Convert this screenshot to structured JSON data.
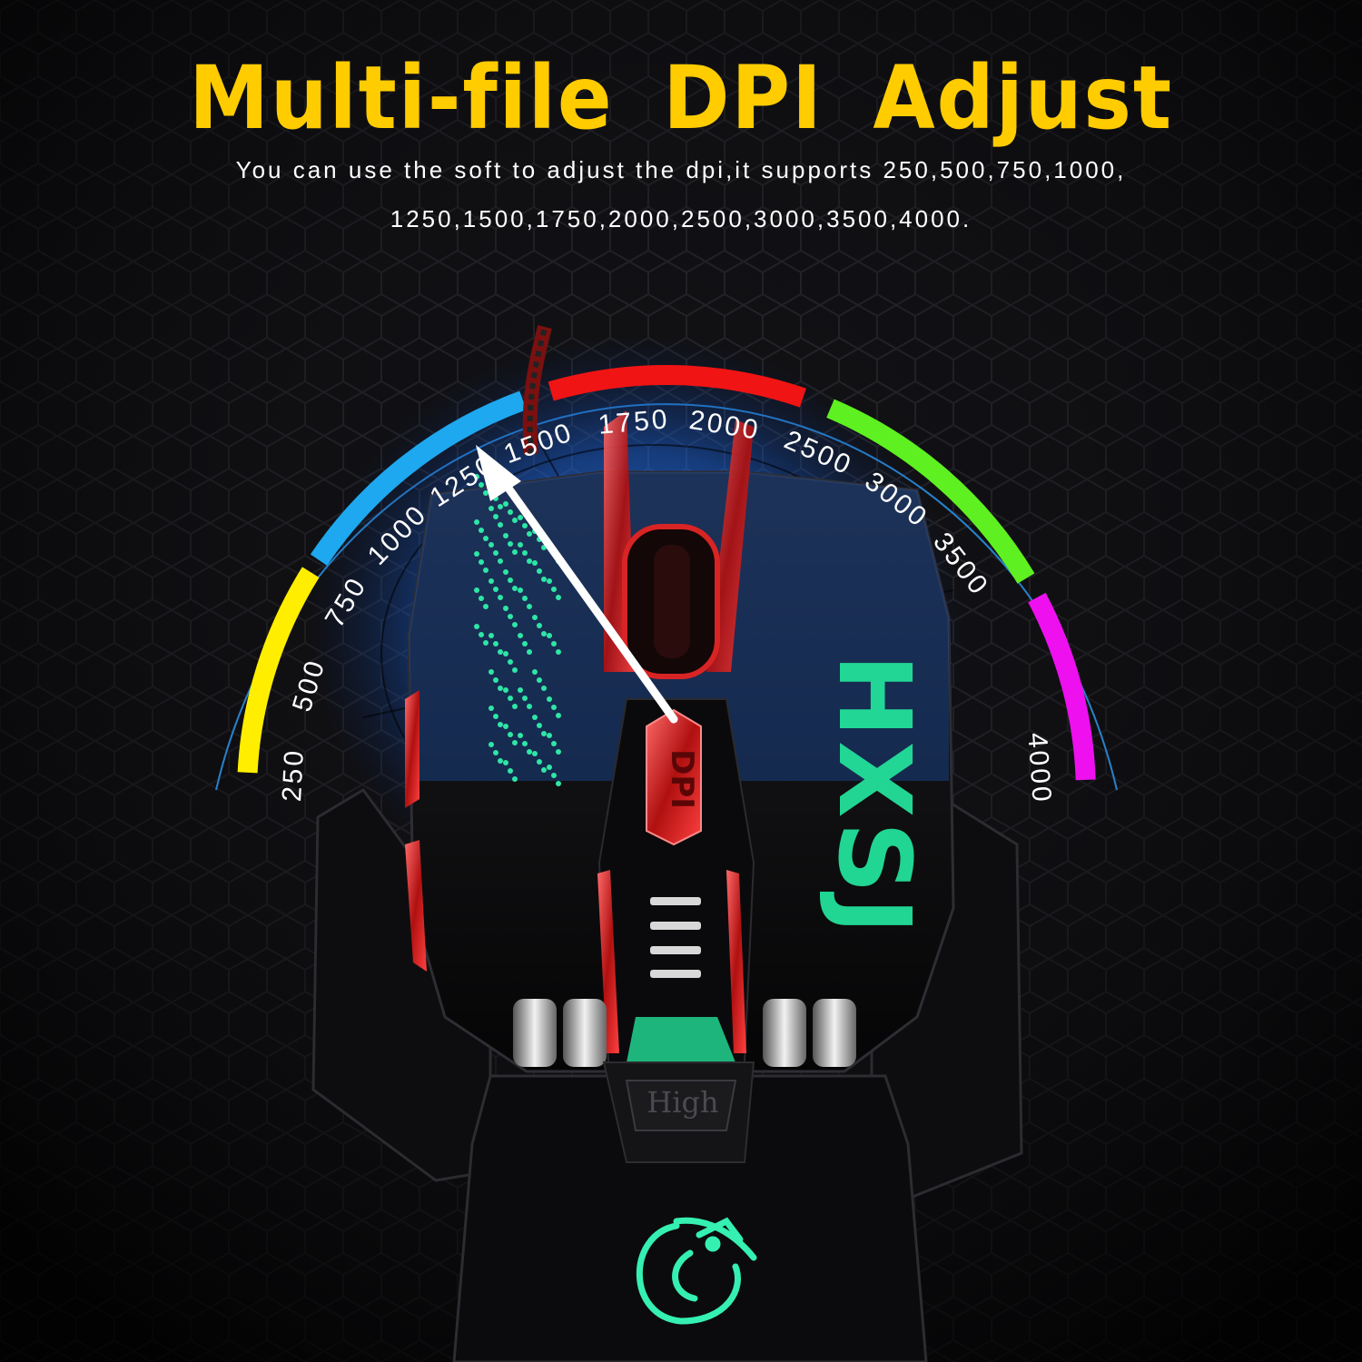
{
  "headline": "Multi-file  DPI  Adjust",
  "description_line_1": "You can use the soft to adjust the dpi,it supports 250,500,750,1000,",
  "description_line_2": "1250,1500,1750,2000,2500,3000,3500,4000.",
  "dpi_levels": [
    "250",
    "500",
    "750",
    "1000",
    "1250",
    "1500",
    "1750",
    "2000",
    "2500",
    "3000",
    "3500",
    "4000"
  ],
  "selected_dpi": "1250",
  "dpi_button_label": "DPI",
  "mode_label": "High",
  "brand_text": "HXSJ",
  "icons": {
    "pointer": "arrow-icon",
    "logo": "dragon-logo-icon"
  },
  "colors": {
    "headline": "#ffcc00",
    "segments": [
      "#ffee00",
      "#1ea8ef",
      "#f01414",
      "#5ef020",
      "#ee10ee"
    ],
    "glow": "#1f7fe0",
    "accent_red": "#d81e1e",
    "accent_green": "#23e09a"
  }
}
